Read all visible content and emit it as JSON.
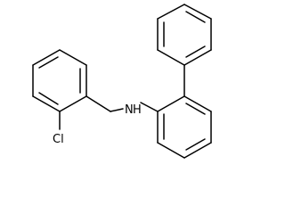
{
  "molecule": {
    "atoms": {
      "amine": "N",
      "amine_h": "H",
      "chlorine": "Cl"
    },
    "colors": {
      "bond": "#000000",
      "label": "#000000",
      "background": "#ffffff"
    }
  }
}
